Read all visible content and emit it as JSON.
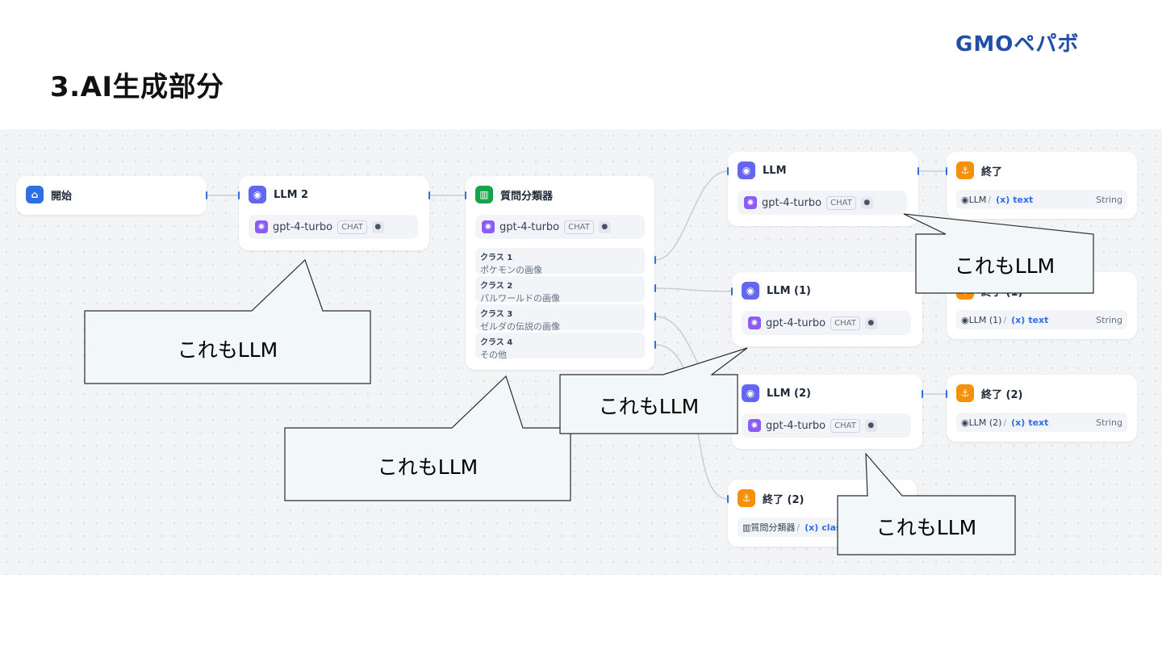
{
  "slide": {
    "title": "3.AI生成部分",
    "logo": "GMOペパボ"
  },
  "nodes": {
    "start": {
      "title": "開始"
    },
    "llm2": {
      "title": "LLM 2",
      "model": "gpt-4-turbo",
      "chip": "CHAT"
    },
    "classifier": {
      "title": "質問分類器",
      "model": "gpt-4-turbo",
      "chip": "CHAT",
      "classes": [
        {
          "label": "クラス 1",
          "text": "ポケモンの画像"
        },
        {
          "label": "クラス 2",
          "text": "パルワールドの画像"
        },
        {
          "label": "クラス 3",
          "text": "ゼルダの伝説の画像"
        },
        {
          "label": "クラス 4",
          "text": "その他"
        }
      ]
    },
    "llm": {
      "title": "LLM",
      "model": "gpt-4-turbo",
      "chip": "CHAT"
    },
    "llm1": {
      "title": "LLM (1)",
      "model": "gpt-4-turbo",
      "chip": "CHAT"
    },
    "llm2b": {
      "title": "LLM (2)",
      "model": "gpt-4-turbo",
      "chip": "CHAT"
    },
    "end": {
      "title": "終了",
      "src": "LLM",
      "var": "text",
      "type": "String"
    },
    "end1": {
      "title": "終了 (1)",
      "src": "LLM (1)",
      "var": "text",
      "type": "String"
    },
    "end2": {
      "title": "終了 (2)",
      "src": "LLM (2)",
      "var": "text",
      "type": "String"
    },
    "end2b": {
      "title": "終了 (2)",
      "src": "質問分類器",
      "var": "class"
    }
  },
  "callouts": [
    "これもLLM",
    "これもLLM",
    "これもLLM",
    "これもLLM",
    "これもLLM"
  ]
}
